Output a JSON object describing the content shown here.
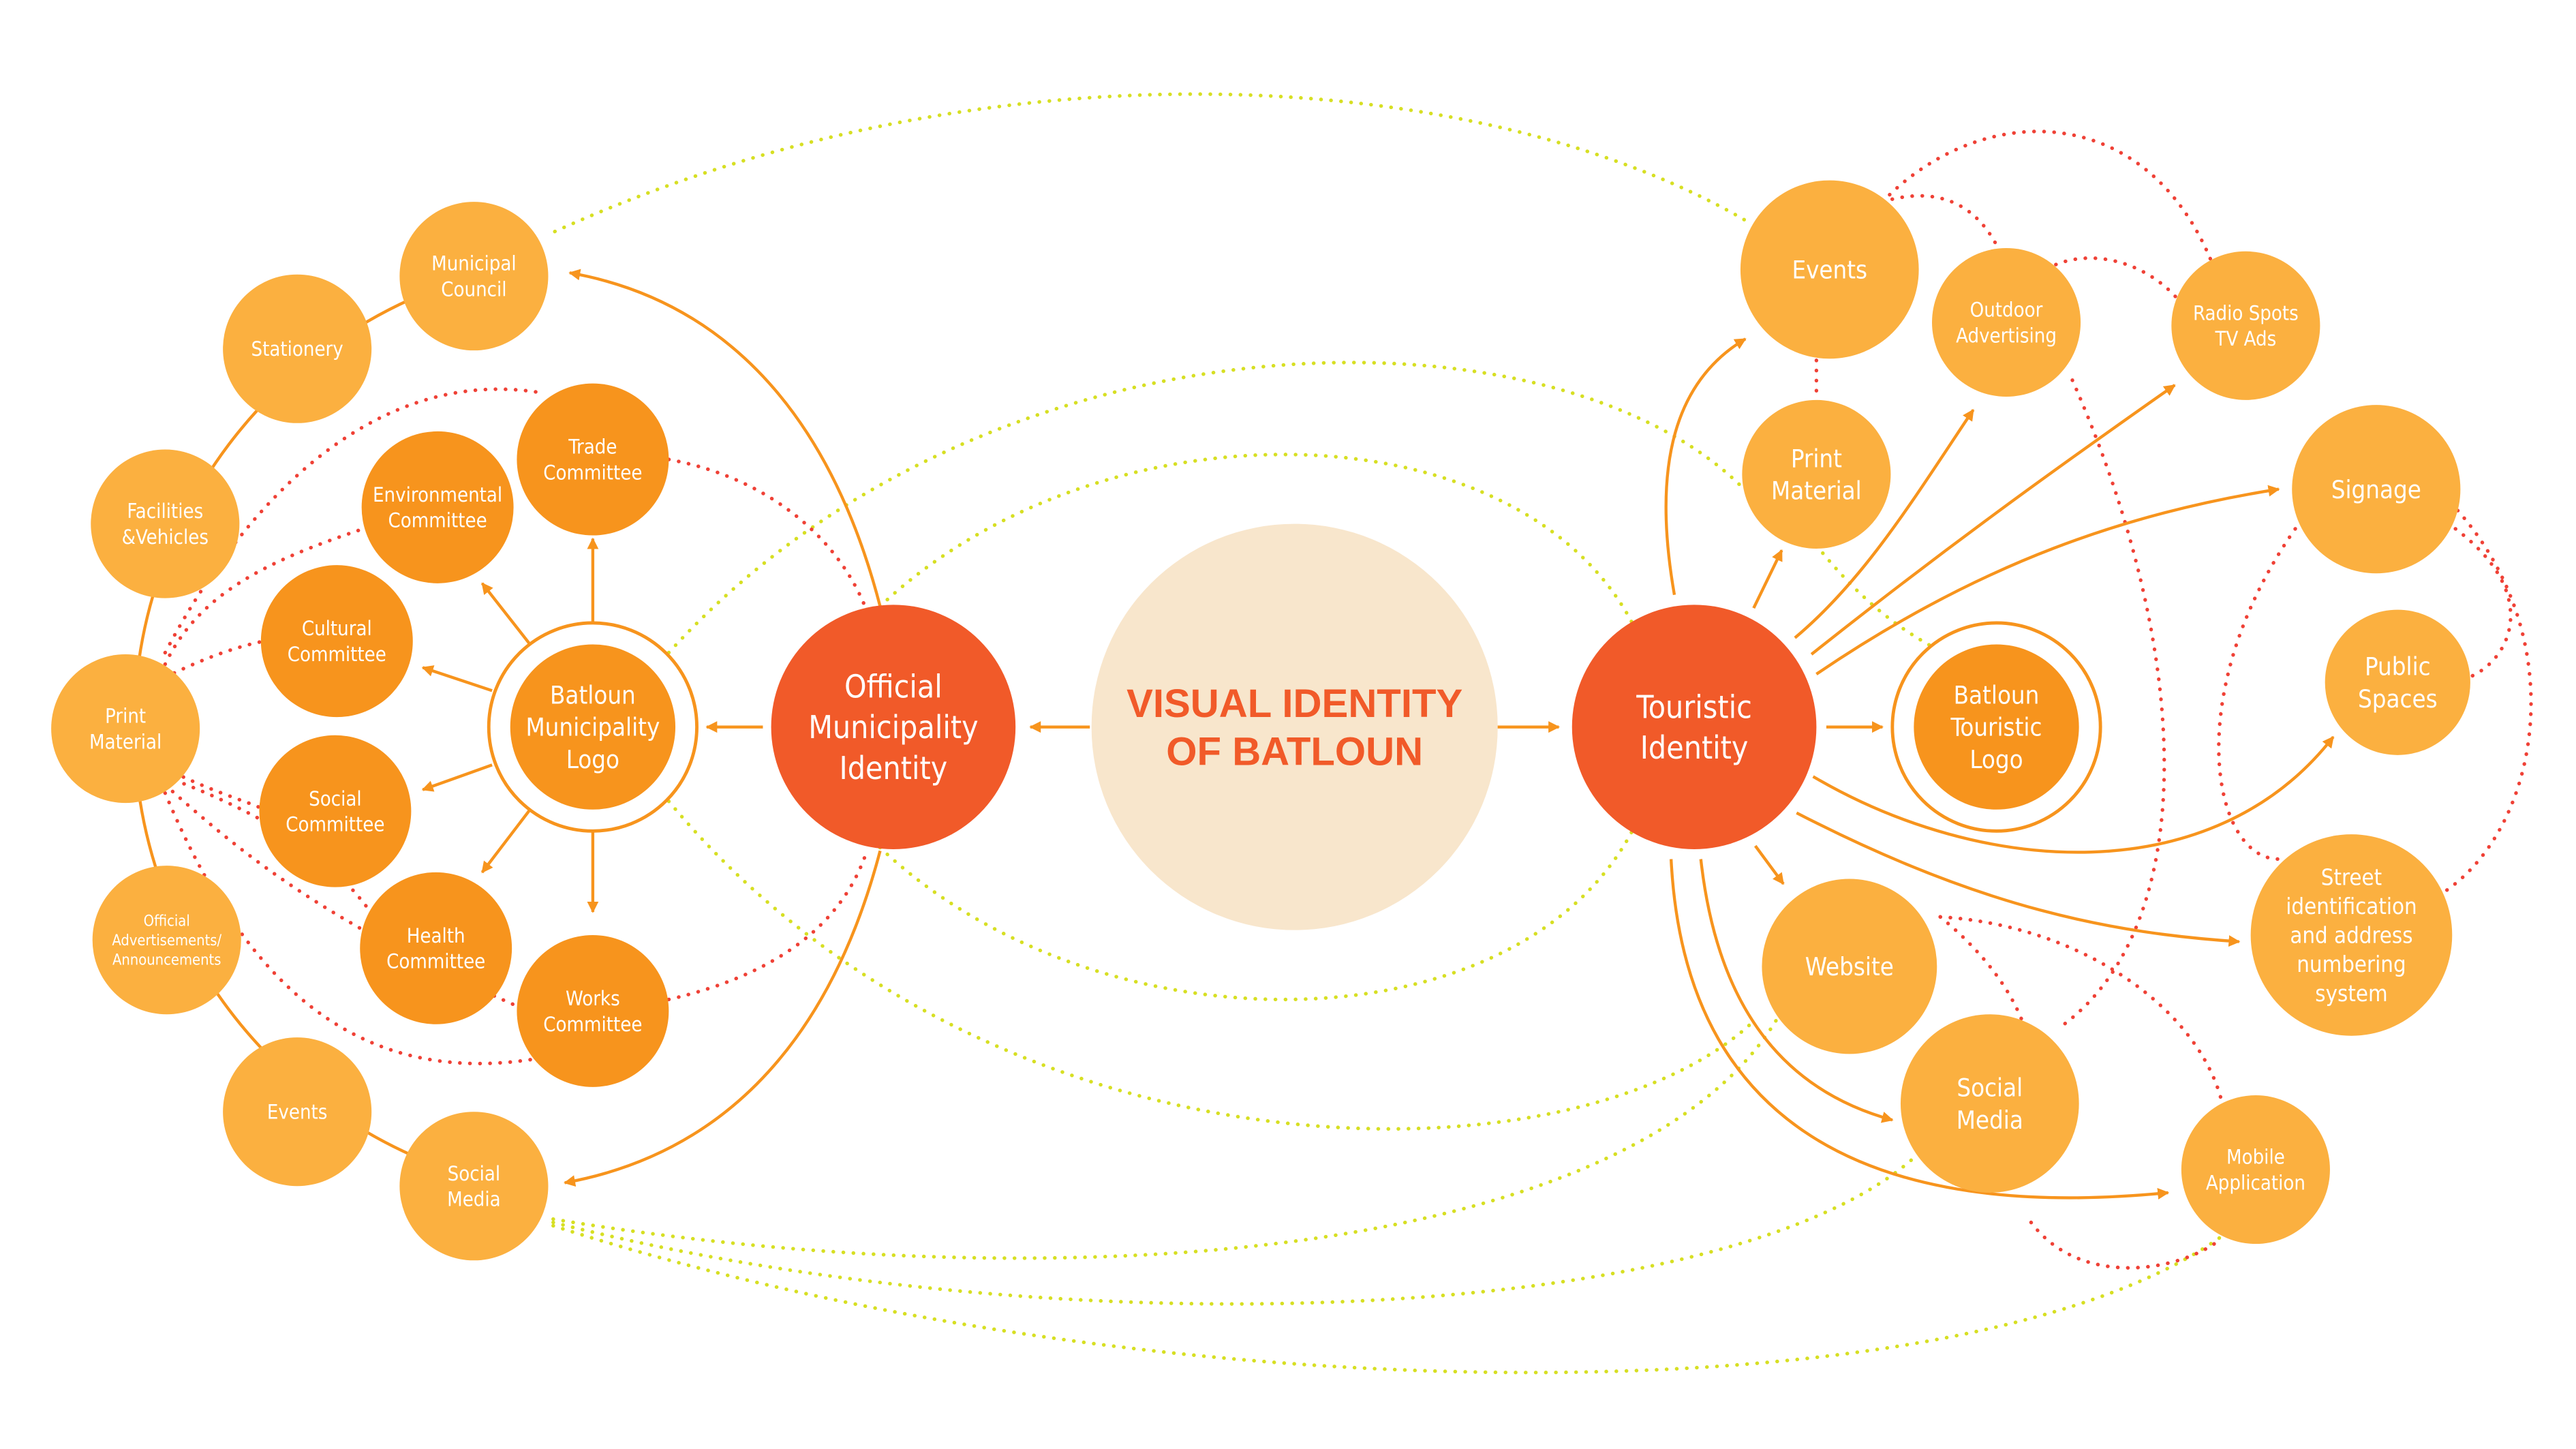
{
  "title": [
    "VISUAL IDENTITY",
    "OF BATLOUN"
  ],
  "colors": {
    "light": "#FBB040",
    "dark": "#F7941D",
    "red": "#F15A29",
    "center": "#F8E6CC",
    "green_dots": "#D7DF23",
    "red_dots": "#EF4136"
  },
  "nodes": [
    {
      "id": "municipal-council",
      "lines": [
        "Municipal",
        "Council"
      ],
      "tone": "light"
    },
    {
      "id": "stationery",
      "lines": [
        "Stationery"
      ],
      "tone": "light"
    },
    {
      "id": "facilities-vehicles",
      "lines": [
        "Facilities",
        "&Vehicles"
      ],
      "tone": "light"
    },
    {
      "id": "print-material-left",
      "lines": [
        "Print",
        "Material"
      ],
      "tone": "light"
    },
    {
      "id": "official-advertisements",
      "lines": [
        "Official",
        "Advertisements/",
        "Announcements"
      ],
      "tone": "light"
    },
    {
      "id": "events-left",
      "lines": [
        "Events"
      ],
      "tone": "light"
    },
    {
      "id": "social-media-left",
      "lines": [
        "Social",
        "Media"
      ],
      "tone": "light"
    },
    {
      "id": "trade-committee",
      "lines": [
        "Trade",
        "Committee"
      ],
      "tone": "dark"
    },
    {
      "id": "environmental-committee",
      "lines": [
        "Environmental",
        "Committee"
      ],
      "tone": "dark"
    },
    {
      "id": "cultural-committee",
      "lines": [
        "Cultural",
        "Committee"
      ],
      "tone": "dark"
    },
    {
      "id": "social-committee",
      "lines": [
        "Social",
        "Committee"
      ],
      "tone": "dark"
    },
    {
      "id": "health-committee",
      "lines": [
        "Health",
        "Committee"
      ],
      "tone": "dark"
    },
    {
      "id": "works-committee",
      "lines": [
        "Works",
        "Committee"
      ],
      "tone": "dark"
    },
    {
      "id": "municipality-logo",
      "lines": [
        "Batloun",
        "Municipality",
        "Logo"
      ],
      "tone": "dark"
    },
    {
      "id": "official-identity",
      "lines": [
        "Official",
        "Municipality",
        "Identity"
      ],
      "tone": "red"
    },
    {
      "id": "touristic-identity",
      "lines": [
        "Touristic",
        "Identity"
      ],
      "tone": "red"
    },
    {
      "id": "touristic-logo",
      "lines": [
        "Batloun",
        "Touristic",
        "Logo"
      ],
      "tone": "dark"
    },
    {
      "id": "events-right",
      "lines": [
        "Events"
      ],
      "tone": "light"
    },
    {
      "id": "print-material-right",
      "lines": [
        "Print",
        "Material"
      ],
      "tone": "light"
    },
    {
      "id": "outdoor-advertising",
      "lines": [
        "Outdoor",
        "Advertising"
      ],
      "tone": "light"
    },
    {
      "id": "radio-tv",
      "lines": [
        "Radio Spots",
        "TV Ads"
      ],
      "tone": "light"
    },
    {
      "id": "signage",
      "lines": [
        "Signage"
      ],
      "tone": "light"
    },
    {
      "id": "public-spaces",
      "lines": [
        "Public",
        "Spaces"
      ],
      "tone": "light"
    },
    {
      "id": "street-identification",
      "lines": [
        "Street",
        "identification",
        "and address",
        "numbering",
        "system"
      ],
      "tone": "light"
    },
    {
      "id": "website",
      "lines": [
        "Website"
      ],
      "tone": "light"
    },
    {
      "id": "social-media-right",
      "lines": [
        "Social",
        "Media"
      ],
      "tone": "light"
    },
    {
      "id": "mobile-application",
      "lines": [
        "Mobile",
        "Application"
      ],
      "tone": "light"
    }
  ]
}
